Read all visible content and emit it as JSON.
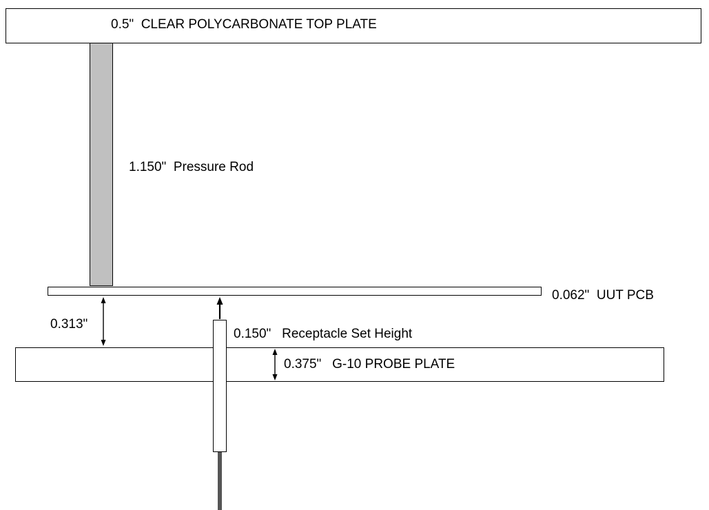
{
  "top_plate": {
    "label": "0.5\"  CLEAR POLYCARBONATE TOP PLATE"
  },
  "pressure_rod": {
    "label": "1.150\"  Pressure Rod",
    "color": "#c0c0c0"
  },
  "uut_pcb": {
    "label": "0.062\"  UUT PCB"
  },
  "gap_dimension": {
    "label": "0.313\""
  },
  "receptacle": {
    "label": "0.150\"   Receptacle Set Height"
  },
  "probe_plate": {
    "label": "0.375\"   G-10 PROBE PLATE"
  },
  "probe_wire": {
    "color": "#555555"
  }
}
